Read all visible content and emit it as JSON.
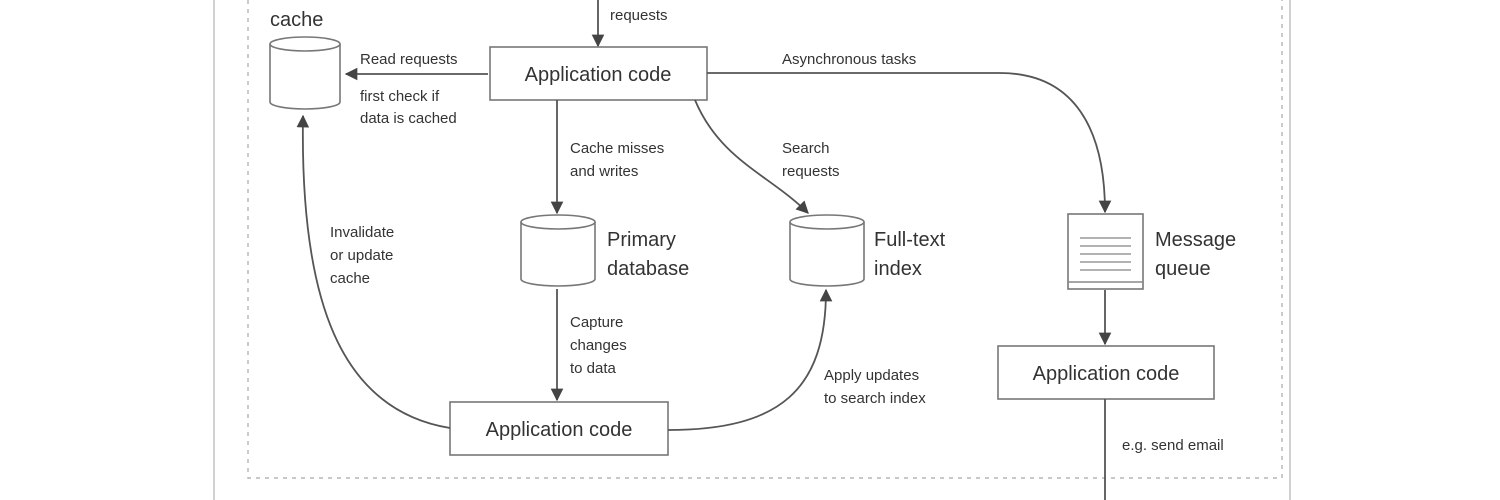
{
  "labels": {
    "cache": "cache",
    "requests": "requests",
    "app_code_top": "Application code",
    "read_requests": "Read requests",
    "first_check_1": "first check if",
    "first_check_2": "data is cached",
    "async_tasks": "Asynchronous tasks",
    "cache_misses_1": "Cache misses",
    "cache_misses_2": "and writes",
    "search_requests_1": "Search",
    "search_requests_2": "requests",
    "invalidate_1": "Invalidate",
    "invalidate_2": "or update",
    "invalidate_3": "cache",
    "primary_db_1": "Primary",
    "primary_db_2": "database",
    "fulltext_1": "Full-text",
    "fulltext_2": "index",
    "mq_1": "Message",
    "mq_2": "queue",
    "capture_1": "Capture",
    "capture_2": "changes",
    "capture_3": "to data",
    "apply_1": "Apply updates",
    "apply_2": "to search index",
    "app_code_bottom": "Application code",
    "app_code_right": "Application code",
    "send_email": "e.g. send email"
  }
}
